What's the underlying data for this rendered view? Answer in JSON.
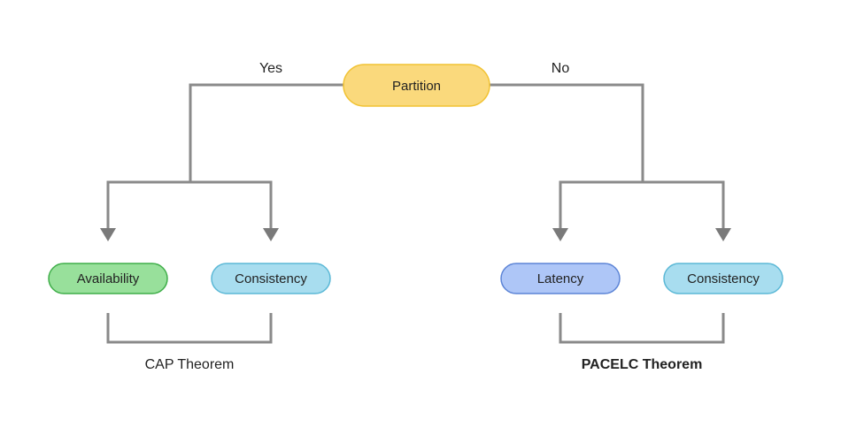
{
  "diagram": {
    "root": {
      "label": "Partition",
      "fill": "#FAD97C",
      "stroke": "#F1C232"
    },
    "edges": {
      "yes_label": "Yes",
      "no_label": "No"
    },
    "cap": {
      "availability": {
        "label": "Availability",
        "fill": "#98E09B",
        "stroke": "#3FAE49"
      },
      "consistency": {
        "label": "Consistency",
        "fill": "#A8DDEF",
        "stroke": "#5BB8D6"
      },
      "theorem_label": "CAP Theorem"
    },
    "pacelc": {
      "latency": {
        "label": "Latency",
        "fill": "#AEC6F7",
        "stroke": "#5C84D6"
      },
      "consistency": {
        "label": "Consistency",
        "fill": "#A8DDEF",
        "stroke": "#5BB8D6"
      },
      "theorem_label": "PACELC Theorem"
    },
    "connector_color": "#8A8A8A"
  }
}
